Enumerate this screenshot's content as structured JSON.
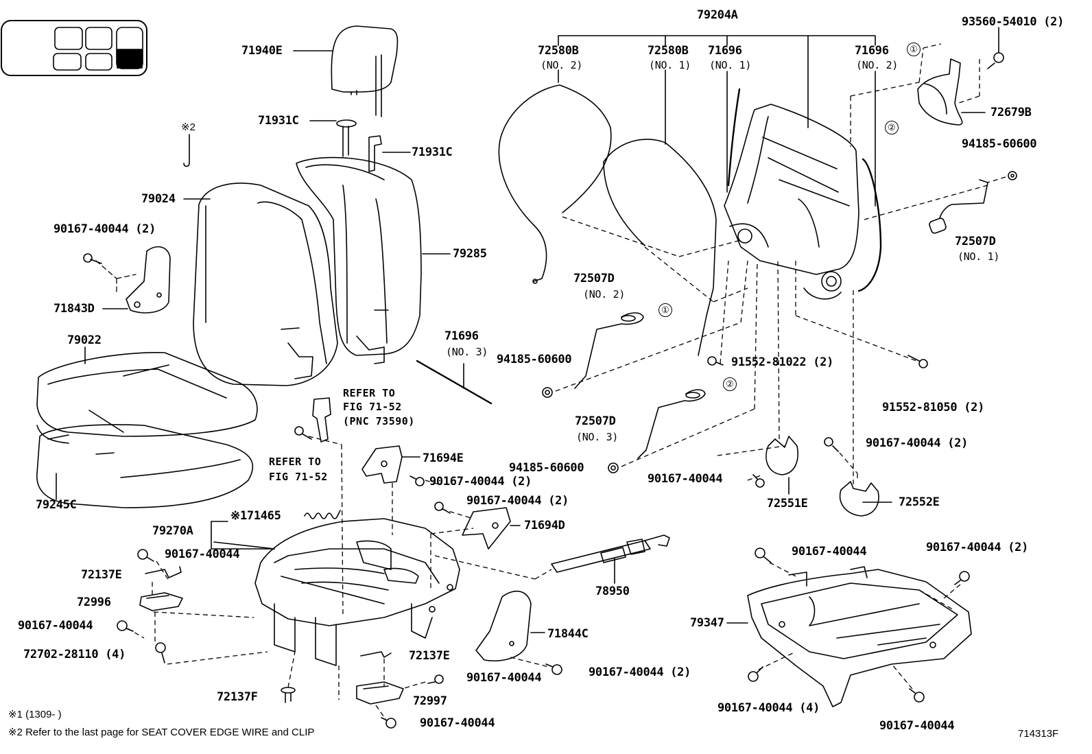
{
  "labels": {
    "p79204A": "79204A",
    "p72580B_2": "72580B",
    "p72580B_2_sub": "(NO. 2)",
    "p72580B_1": "72580B",
    "p72580B_1_sub": "(NO. 1)",
    "p71696_1": "71696",
    "p71696_1_sub": "(NO. 1)",
    "p71696_2": "71696",
    "p71696_2_sub": "(NO. 2)",
    "p93560": "93560-54010 (2)",
    "p72679B": "72679B",
    "p94185_r": "94185-60600",
    "p72507D_1": "72507D",
    "p72507D_1_sub": "(NO. 1)",
    "p71940E": "71940E",
    "note2_top": "※2",
    "p71931C_a": "71931C",
    "p71931C_b": "71931C",
    "p79024": "79024",
    "p79285": "79285",
    "p90167_2a": "90167-40044 (2)",
    "p71843D": "71843D",
    "p79022": "79022",
    "p72507D_2": "72507D",
    "p72507D_2_sub": "(NO. 2)",
    "p71696_3": "71696",
    "p71696_3_sub": "(NO. 3)",
    "p94185_a": "94185-60600",
    "p91552_81022": "91552-81022 (2)",
    "p91552_81050": "91552-81050 (2)",
    "ref_a_1": "REFER TO",
    "ref_a_2": "FIG 71-52",
    "ref_a_3": "(PNC 73590)",
    "ref_b_1": "REFER TO",
    "ref_b_2": "FIG 71-52",
    "p72507D_3": "72507D",
    "p72507D_3_sub": "(NO. 3)",
    "p94185_b": "94185-60600",
    "p90167_2b": "90167-40044 (2)",
    "p90167_mid": "90167-40044",
    "p72551E": "72551E",
    "p72552E": "72552E",
    "p79245C": "79245C",
    "p71694E": "71694E",
    "p90167_2c": "90167-40044 (2)",
    "p90167_2d": "90167-40044 (2)",
    "p71465": "※171465",
    "p79270A": "79270A",
    "p71694D": "71694D",
    "p90167_l1": "90167-40044",
    "p72137E_a": "72137E",
    "p72996": "72996",
    "p90167_l2": "90167-40044",
    "p72702": "72702-28110 (4)",
    "p78950": "78950",
    "p90167_r1": "90167-40044",
    "p90167_2e": "90167-40044 (2)",
    "p79347": "79347",
    "p71844C": "71844C",
    "p90167_2f": "90167-40044 (2)",
    "p72137E_b": "72137E",
    "p90167_b1": "90167-40044",
    "p72137F": "72137F",
    "p72997": "72997",
    "p90167_b2": "90167-40044",
    "p90167_4": "90167-40044 (4)",
    "p90167_r2": "90167-40044",
    "footnote1": "※1 (1309-      )",
    "footnote2": "※2 Refer to the last page for SEAT COVER EDGE WIRE and CLIP",
    "figure_id": "714313F",
    "circle1": "①",
    "circle2": "②"
  }
}
